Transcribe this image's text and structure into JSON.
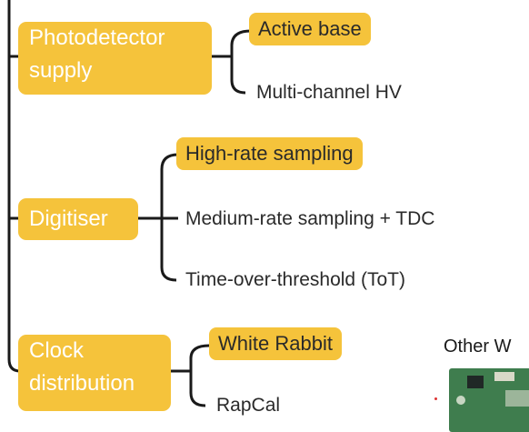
{
  "categories": [
    {
      "label": "Photodetector supply",
      "options": [
        {
          "label": "Active base",
          "highlighted": true
        },
        {
          "label": "Multi-channel HV",
          "highlighted": false
        }
      ]
    },
    {
      "label": "Digitiser",
      "options": [
        {
          "label": "High-rate sampling",
          "highlighted": true
        },
        {
          "label": "Medium-rate sampling + TDC",
          "highlighted": false
        },
        {
          "label": "Time-over-threshold (ToT)",
          "highlighted": false
        }
      ]
    },
    {
      "label": "Clock distribution",
      "options": [
        {
          "label": "White Rabbit",
          "highlighted": true
        },
        {
          "label": "RapCal",
          "highlighted": false
        }
      ]
    }
  ],
  "side_label": "Other W",
  "colors": {
    "highlight": "#f5c33b",
    "line": "#1a1a1a",
    "text": "#2a2a2a"
  }
}
